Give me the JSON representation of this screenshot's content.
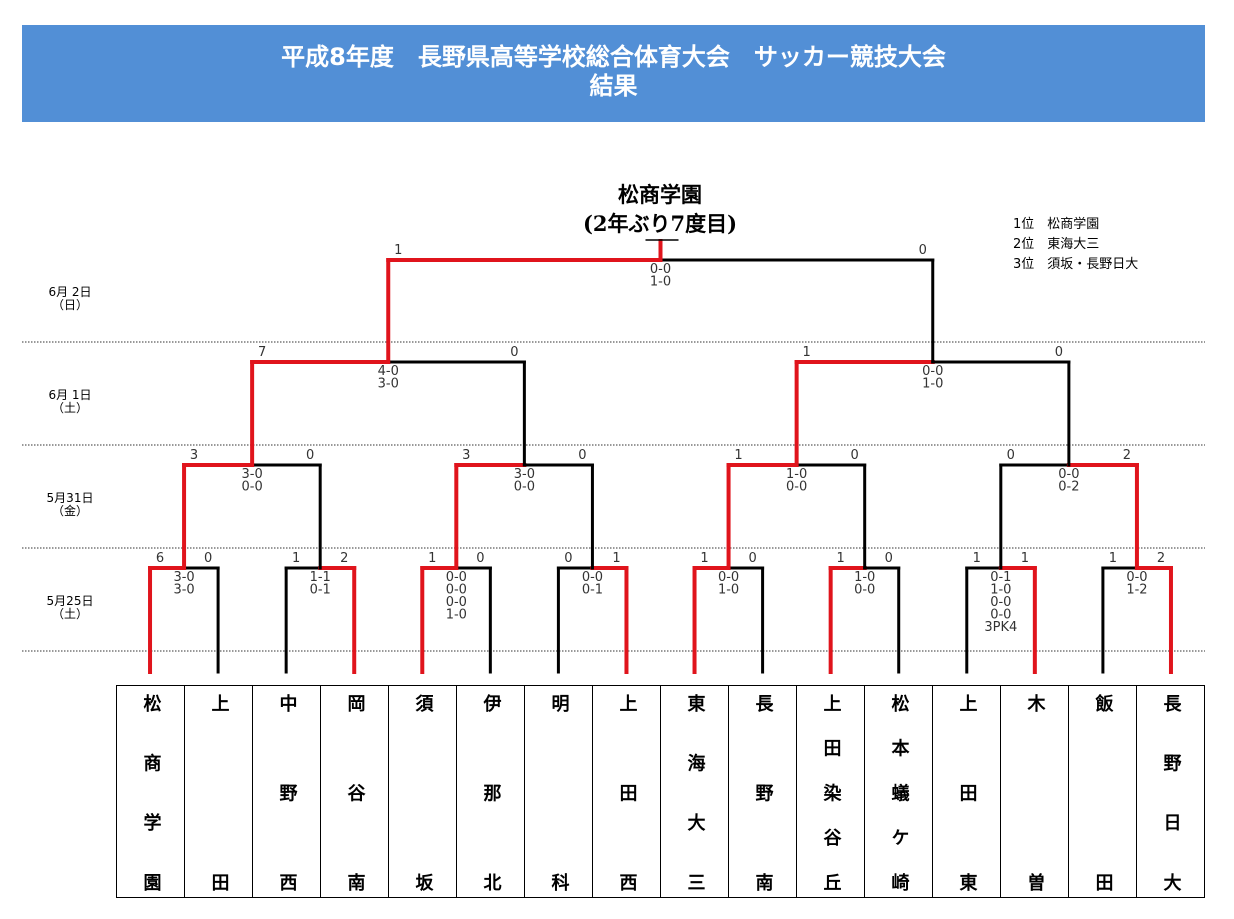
{
  "header": {
    "line1": "平成8年度　長野県高等学校総合体育大会　サッカー競技大会",
    "line2": "結果"
  },
  "champion": {
    "name": "松商学園",
    "note": "(2年ぶり7度目)"
  },
  "legend": [
    "1位　松商学園",
    "2位　東海大三",
    "3位　須坂・長野日大"
  ],
  "dates": [
    {
      "date": "6月 2日",
      "day": "（日）"
    },
    {
      "date": "6月 1日",
      "day": "（土）"
    },
    {
      "date": "5月31日",
      "day": "（金）"
    },
    {
      "date": "5月25日",
      "day": "（土）"
    }
  ],
  "teams": [
    "松商学園",
    "上田",
    "中野西",
    "岡谷南",
    "須坂",
    "伊那北",
    "明科",
    "上田西",
    "東海大三",
    "長野南",
    "上田染谷丘",
    "松本蟻ケ崎",
    "上田東",
    "木曽",
    "飯田",
    "長野日大"
  ],
  "rounds": [
    [
      {
        "scores": [
          "6",
          "0"
        ],
        "winner": 0,
        "detail": [
          "3-0",
          "3-0"
        ]
      },
      {
        "scores": [
          "1",
          "2"
        ],
        "winner": 1,
        "detail": [
          "1-1",
          "0-1"
        ]
      },
      {
        "scores": [
          "1",
          "0"
        ],
        "winner": 0,
        "detail": [
          "0-0",
          "0-0",
          "0-0",
          "1-0"
        ]
      },
      {
        "scores": [
          "0",
          "1"
        ],
        "winner": 1,
        "detail": [
          "0-0",
          "0-1"
        ]
      },
      {
        "scores": [
          "1",
          "0"
        ],
        "winner": 0,
        "detail": [
          "0-0",
          "1-0"
        ]
      },
      {
        "scores": [
          "1",
          "0"
        ],
        "winner": 0,
        "detail": [
          "1-0",
          "0-0"
        ]
      },
      {
        "scores": [
          "1",
          "1"
        ],
        "winner": 1,
        "detail": [
          "0-1",
          "1-0",
          "0-0",
          "0-0",
          "3PK4"
        ]
      },
      {
        "scores": [
          "1",
          "2"
        ],
        "winner": 1,
        "detail": [
          "0-0",
          "1-2"
        ]
      }
    ],
    [
      {
        "scores": [
          "3",
          "0"
        ],
        "winner": 0,
        "detail": [
          "3-0",
          "0-0"
        ]
      },
      {
        "scores": [
          "3",
          "0"
        ],
        "winner": 0,
        "detail": [
          "3-0",
          "0-0"
        ]
      },
      {
        "scores": [
          "1",
          "0"
        ],
        "winner": 0,
        "detail": [
          "1-0",
          "0-0"
        ]
      },
      {
        "scores": [
          "0",
          "2"
        ],
        "winner": 1,
        "detail": [
          "0-0",
          "0-2"
        ]
      }
    ],
    [
      {
        "scores": [
          "7",
          "0"
        ],
        "winner": 0,
        "detail": [
          "4-0",
          "3-0"
        ]
      },
      {
        "scores": [
          "1",
          "0"
        ],
        "winner": 0,
        "detail": [
          "0-0",
          "1-0"
        ]
      }
    ],
    [
      {
        "scores": [
          "1",
          "0"
        ],
        "winner": 0,
        "detail": [
          "0-0",
          "1-0"
        ]
      }
    ]
  ],
  "colors": {
    "header": "#528fd6",
    "win": "#e0141c",
    "lose": "#000000"
  }
}
